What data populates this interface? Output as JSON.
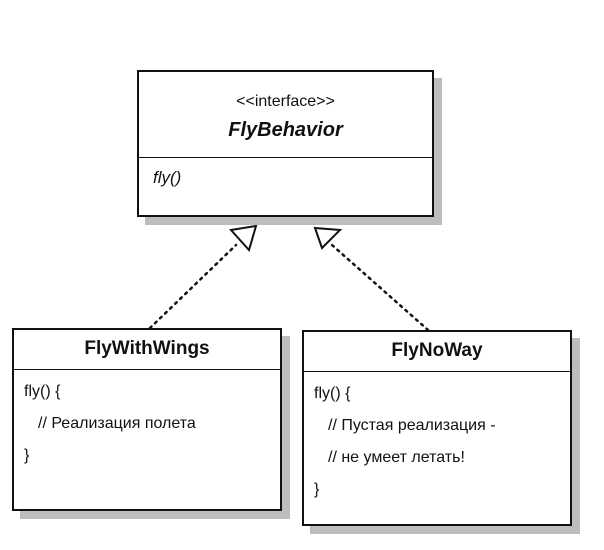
{
  "interface_box": {
    "stereotype": "<<interface>>",
    "name": "FlyBehavior",
    "method": "fly()"
  },
  "left_class": {
    "name": "FlyWithWings",
    "lines": [
      "fly() {",
      "// Реализация полета",
      "}"
    ]
  },
  "right_class": {
    "name": "FlyNoWay",
    "lines": [
      "fly() {",
      "// Пустая реализация -",
      "// не умеет летать!",
      "}"
    ]
  },
  "colors": {
    "line": "#111111",
    "shadow": "#bdbdbd",
    "background": "#ffffff"
  }
}
